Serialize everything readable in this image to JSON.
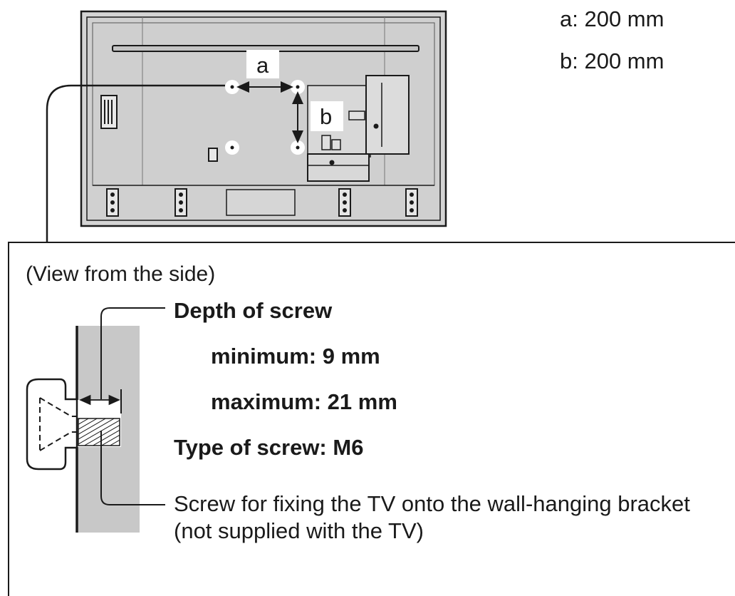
{
  "dimensions": {
    "a_line": "a: 200 mm",
    "b_line": "b: 200 mm",
    "a_marker": "a",
    "b_marker": "b"
  },
  "side_view": {
    "title": "(View from the side)",
    "depth_heading": "Depth of screw",
    "minimum": "minimum: 9 mm",
    "maximum": "maximum: 21 mm",
    "screw_type": "Type of screw: M6",
    "screw_note": "Screw for fixing the TV onto the wall-hanging bracket (not supplied with the TV)"
  },
  "colors": {
    "line": "#1a1a1a",
    "tv_body": "#d4d4d4",
    "tv_back_panel": "#cfcfcf",
    "wall": "#c8c8c8"
  }
}
